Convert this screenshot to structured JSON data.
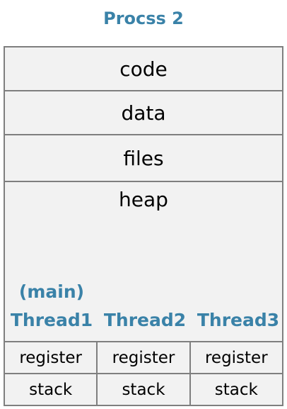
{
  "title": "Procss 2",
  "segments": {
    "code": "code",
    "data": "data",
    "files": "files",
    "heap": "heap"
  },
  "threads": [
    {
      "label": "Thread1",
      "note": "(main)",
      "register": "register",
      "stack": "stack"
    },
    {
      "label": "Thread2",
      "register": "register",
      "stack": "stack"
    },
    {
      "label": "Thread3",
      "register": "register",
      "stack": "stack"
    }
  ],
  "colors": {
    "accent": "#3a82a8",
    "border": "#7f7f7f",
    "fill": "#f2f2f2"
  }
}
